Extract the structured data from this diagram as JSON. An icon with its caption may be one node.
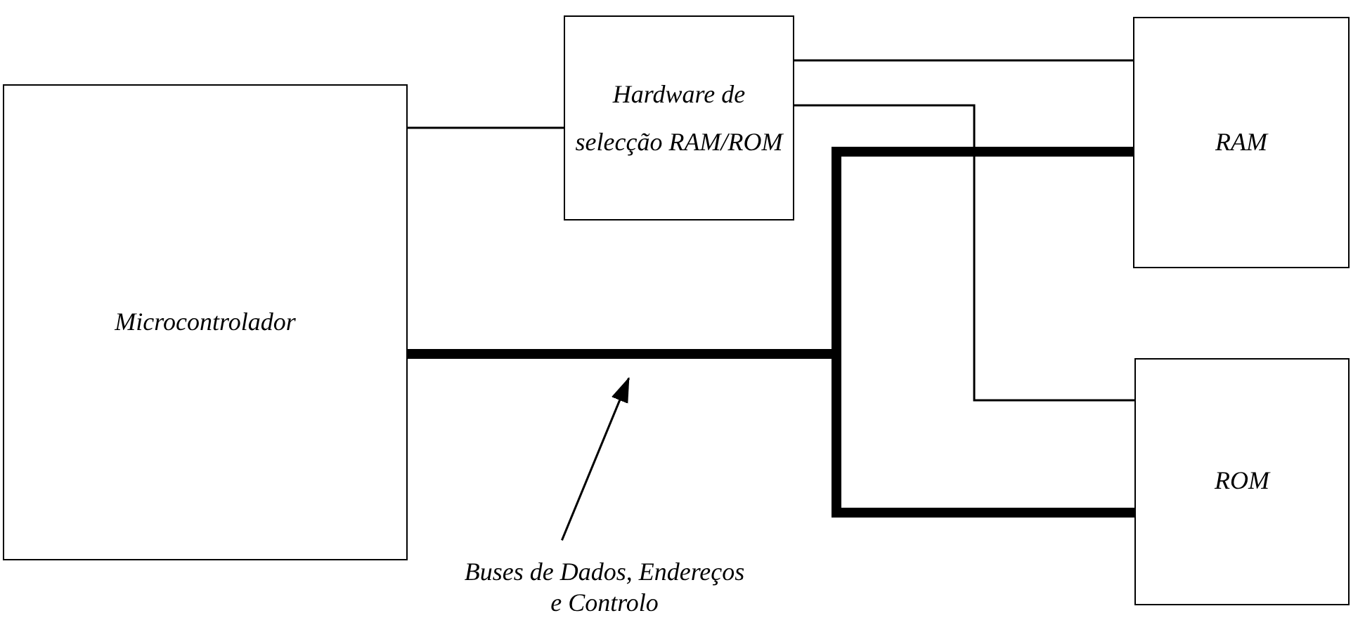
{
  "diagram": {
    "nodes": [
      {
        "text": [
          "Microcontrolador"
        ]
      },
      {
        "text": [
          "Hardware de selecção RAM/ROM"
        ]
      },
      {
        "text": [
          "RAM"
        ]
      },
      {
        "text": [
          "ROM"
        ]
      },
      {
        "text": [
          "Buses de Dados, Endereços e Controlo"
        ]
      }
    ],
    "edges": [
      {
        "from": 0,
        "to": 1,
        "arrow": "none"
      },
      {
        "from": 1,
        "to": 2,
        "arrow": "none"
      },
      {
        "from": 1,
        "to": 3,
        "arrow": "none"
      },
      {
        "from": 0,
        "to": 2,
        "arrow": "none",
        "style": "thick"
      },
      {
        "from": 0,
        "to": 3,
        "arrow": "none",
        "style": "thick"
      },
      {
        "from": 4,
        "to": null,
        "arrow": "to"
      }
    ]
  }
}
